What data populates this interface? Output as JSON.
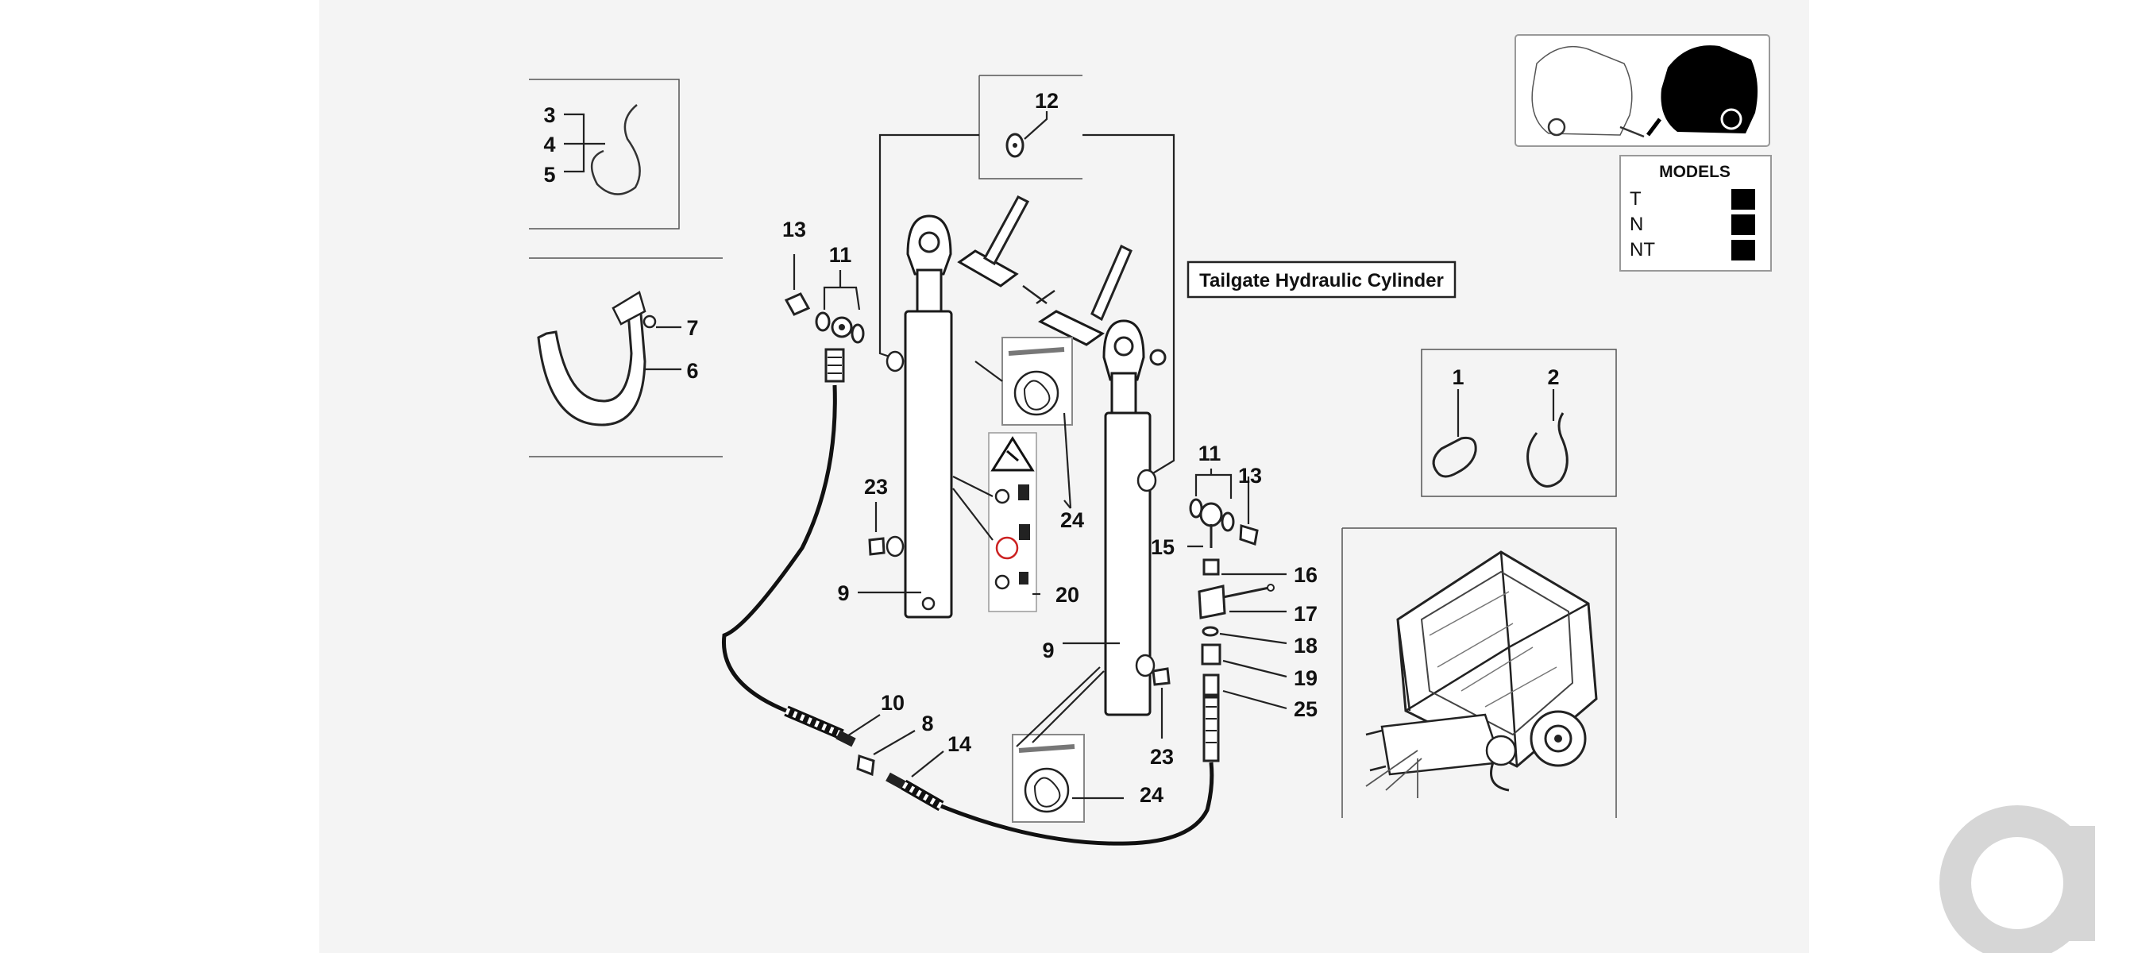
{
  "diagram": {
    "title_label": "Tailgate Hydraulic Cylinder",
    "models": {
      "heading": "MODELS",
      "items": [
        "T",
        "N",
        "NT"
      ]
    },
    "callouts": {
      "c1": "1",
      "c2": "2",
      "c3": "3",
      "c4": "4",
      "c5": "5",
      "c6": "6",
      "c7": "7",
      "c8": "8",
      "c9a": "9",
      "c9b": "9",
      "c10": "10",
      "c11a": "11",
      "c11b": "11",
      "c12": "12",
      "c13a": "13",
      "c13b": "13",
      "c14": "14",
      "c15": "15",
      "c16": "16",
      "c17": "17",
      "c18": "18",
      "c19": "19",
      "c20": "20",
      "c23a": "23",
      "c23b": "23",
      "c24a": "24",
      "c24b": "24",
      "c25": "25"
    },
    "colors": {
      "background": "#f4f4f4",
      "ink": "#111111",
      "watermark": "#d6d6d6"
    },
    "logo_text": "ao"
  }
}
